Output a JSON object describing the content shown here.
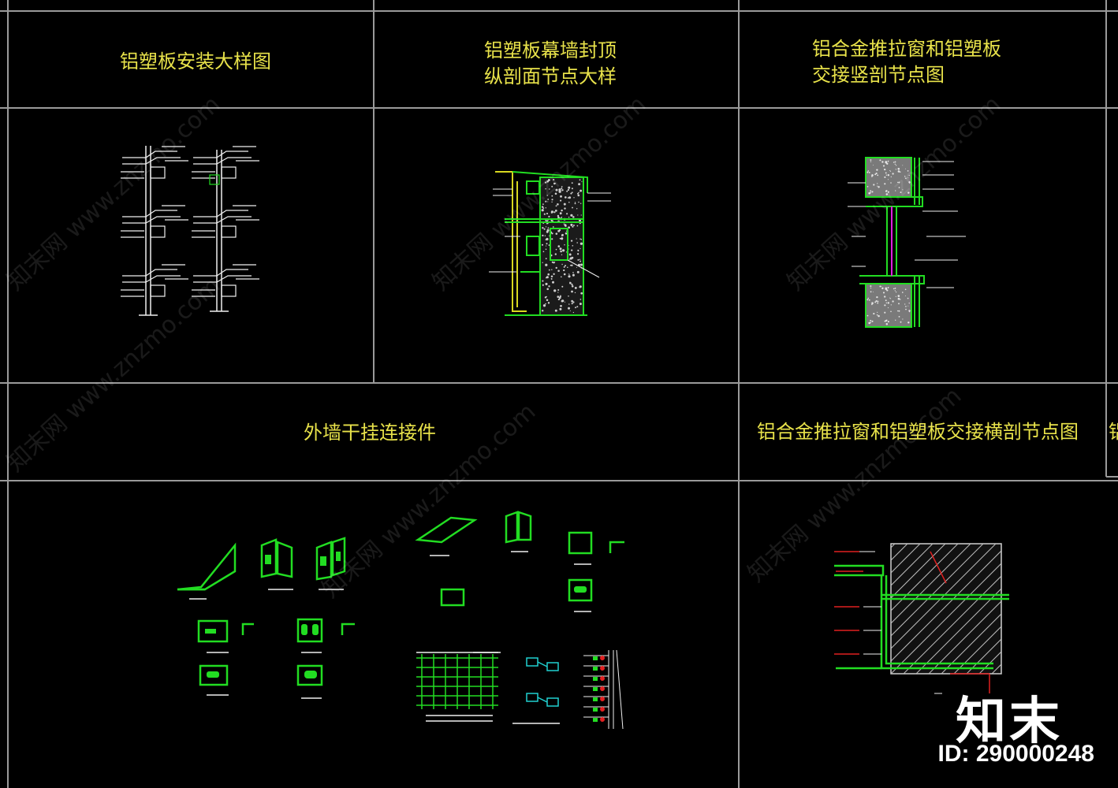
{
  "panels": {
    "p1_title": "铝塑板安装大样图",
    "p2_title_line1": "铝塑板幕墙封顶",
    "p2_title_line2": "纵剖面节点大样",
    "p3_title_line1": "铝合金推拉窗和铝塑板",
    "p3_title_line2": "交接竖剖节点图",
    "p4_title": "外墙干挂连接件",
    "p5_title": "铝合金推拉窗和铝塑板交接横剖节点图",
    "p5_title_cut": "铝"
  },
  "watermark": {
    "brand": "知末",
    "id": "ID: 290000248",
    "site": "知末网 www.znzmo.com"
  },
  "colors": {
    "background": "#000000",
    "grid_line": "#9a9a9a",
    "title_yellow": "#e8e24a",
    "cad_green": "#22dd22",
    "cad_white": "#f0f0f0",
    "cad_yellow": "#d8d820",
    "cad_magenta": "#e020e0",
    "cad_red": "#e02020",
    "cad_cyan": "#20d0d0"
  }
}
